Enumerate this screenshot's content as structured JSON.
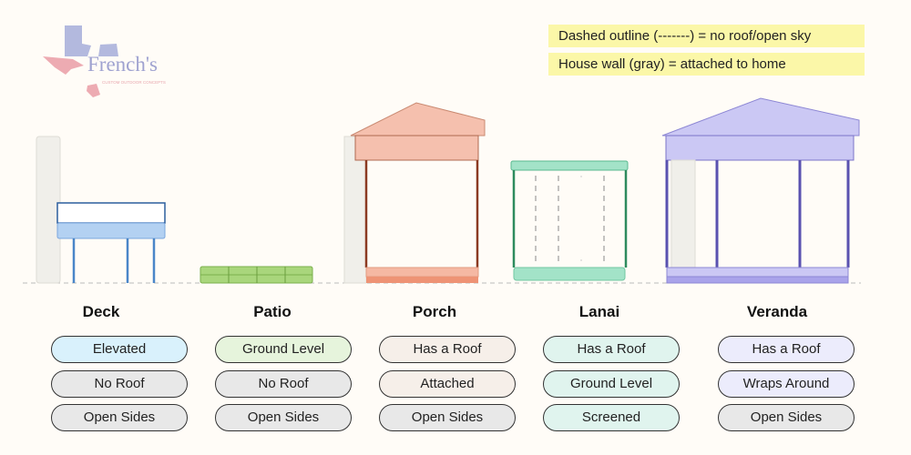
{
  "logo": {
    "text": "French's",
    "tagline": "CUSTOM OUTDOOR CONCEPTS"
  },
  "legend": [
    "Dashed outline (-------) = no roof/open sky",
    "House wall (gray) = attached to home"
  ],
  "colors": {
    "house_wall": "#f0efea",
    "deck": "#b3d1f2",
    "patio": "#a9d67c",
    "porch": "#f5c0ae",
    "lanai": "#a3e3c8",
    "veranda": "#cbc8f4",
    "legend_bg": "#fbf7a8"
  },
  "structures": [
    {
      "name": "Deck",
      "features": [
        {
          "label": "Elevated",
          "color": "#d9f1fc"
        },
        {
          "label": "No Roof",
          "color": "#e8e8e8"
        },
        {
          "label": "Open Sides",
          "color": "#e8e8e8"
        }
      ]
    },
    {
      "name": "Patio",
      "features": [
        {
          "label": "Ground Level",
          "color": "#e6f4dc"
        },
        {
          "label": "No Roof",
          "color": "#e8e8e8"
        },
        {
          "label": "Open Sides",
          "color": "#e8e8e8"
        }
      ]
    },
    {
      "name": "Porch",
      "features": [
        {
          "label": "Has a Roof",
          "color": "#f6efe9"
        },
        {
          "label": "Attached",
          "color": "#f6efe9"
        },
        {
          "label": "Open Sides",
          "color": "#e8e8e8"
        }
      ]
    },
    {
      "name": "Lanai",
      "features": [
        {
          "label": "Has a Roof",
          "color": "#e0f4ee"
        },
        {
          "label": "Ground Level",
          "color": "#e0f4ee"
        },
        {
          "label": "Screened",
          "color": "#e0f4ee"
        }
      ]
    },
    {
      "name": "Veranda",
      "features": [
        {
          "label": "Has a Roof",
          "color": "#ececfc"
        },
        {
          "label": "Wraps Around",
          "color": "#ececfc"
        },
        {
          "label": "Open Sides",
          "color": "#e8e8e8"
        }
      ]
    }
  ]
}
